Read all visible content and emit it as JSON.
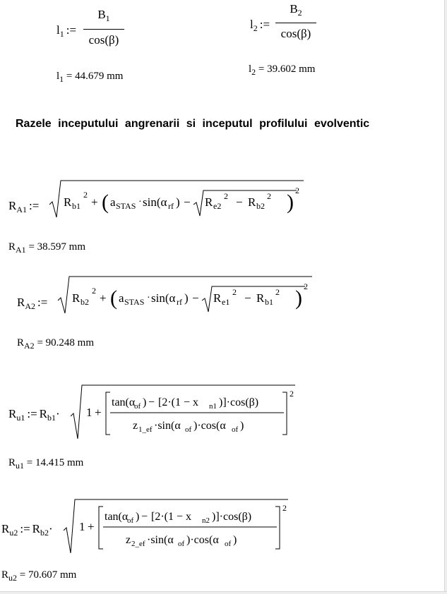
{
  "l1": {
    "lhs": "l",
    "lhs_sub": "1",
    "assign": ":=",
    "num": "B",
    "num_sub": "1",
    "den": "cos(β)",
    "result_lhs": "l",
    "result_sub": "1",
    "result": "= 44.679 mm"
  },
  "l2": {
    "lhs": "l",
    "lhs_sub": "2",
    "assign": ":=",
    "num": "B",
    "num_sub": "2",
    "den": "cos(β)",
    "result_lhs": "l",
    "result_sub": "2",
    "result": "= 39.602 mm"
  },
  "heading": "Razele inceputului angrenarii si inceputul profilului evolventic",
  "RA1": {
    "lhs": "R",
    "lhs_sub": "A1",
    "assign": ":=",
    "result_lhs": "R",
    "result_sub": "A1",
    "result": "= 38.597 mm",
    "t1": "R",
    "t1_sub": "b1",
    "exp": "2",
    "a": "a",
    "a_sub": "STAS",
    "sin": "sin(α",
    "sin_sub": "rf",
    "inner_t1": "R",
    "inner_t1_sub": "e2",
    "inner_t2": "R",
    "inner_t2_sub": "b2"
  },
  "RA2": {
    "lhs": "R",
    "lhs_sub": "A2",
    "assign": ":=",
    "result_lhs": "R",
    "result_sub": "A2",
    "result": "= 90.248 mm",
    "t1": "R",
    "t1_sub": "b2",
    "exp": "2",
    "a": "a",
    "a_sub": "STAS",
    "sin": "sin(α",
    "sin_sub": "rf",
    "inner_t1": "R",
    "inner_t1_sub": "e1",
    "inner_t2": "R",
    "inner_t2_sub": "b1"
  },
  "Ru1": {
    "lhs": "R",
    "lhs_sub": "u1",
    "assign": ":=",
    "coef": "R",
    "coef_sub": "b1",
    "num_tan": "tan(α",
    "num_tan_sub": "of",
    "num_mid": "[2·(1 − x",
    "num_x_sub": "n1",
    "num_tail": ")]·cos(β)",
    "den_z": "z",
    "den_z_sub": "1_ef",
    "den_sin": "·sin(α",
    "den_sin_sub": "of",
    "den_cos": ")·cos(α",
    "den_cos_sub": "of",
    "result_lhs": "R",
    "result_sub": "u1",
    "result": "= 14.415 mm"
  },
  "Ru2": {
    "lhs": "R",
    "lhs_sub": "u2",
    "assign": ":=",
    "coef": "R",
    "coef_sub": "b2",
    "num_tan": "tan(α",
    "num_tan_sub": "of",
    "num_mid": "[2·(1 − x",
    "num_x_sub": "n2",
    "num_tail": ")]·cos(β)",
    "den_z": "z",
    "den_z_sub": "2_ef",
    "den_sin": "·sin(α",
    "den_sin_sub": "of",
    "den_cos": ")·cos(α",
    "den_cos_sub": "of",
    "result_lhs": "R",
    "result_sub": "u2",
    "result": "= 70.607 mm"
  }
}
